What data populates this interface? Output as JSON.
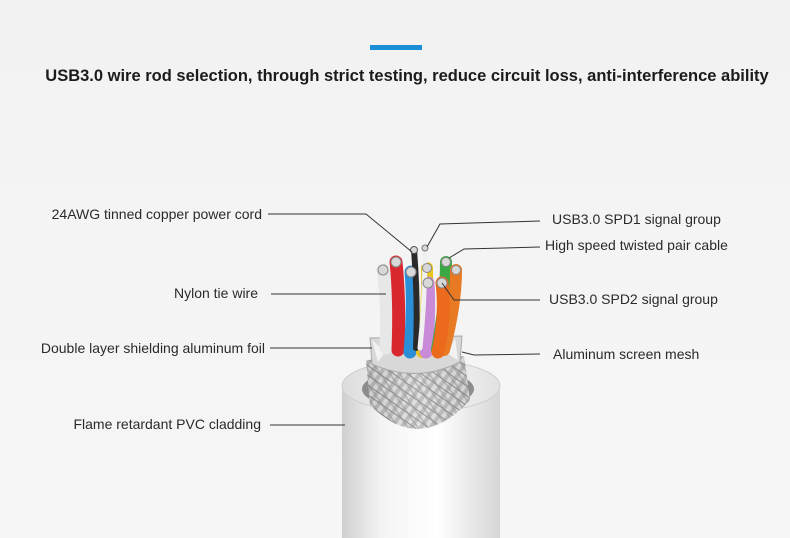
{
  "header": {
    "accent_color": "#1a8fd6",
    "title": "USB3.0 wire rod selection, through strict testing, reduce circuit loss, anti-interference ability"
  },
  "diagram": {
    "left_labels": [
      "24AWG tinned copper power cord",
      "Nylon tie wire",
      "Double layer shielding aluminum foil",
      "Flame retardant PVC cladding"
    ],
    "right_labels": [
      "USB3.0  SPD1 signal group",
      "High speed  twisted pair cable",
      "USB3.0  SPD2 signal group",
      "Aluminum screen mesh"
    ],
    "wire_colors": [
      "#e8e8e8",
      "#d9282d",
      "#2b8fd8",
      "#e8c61f",
      "#c98ad8",
      "#39a845",
      "#e87a24",
      "#ec6a1c"
    ]
  }
}
